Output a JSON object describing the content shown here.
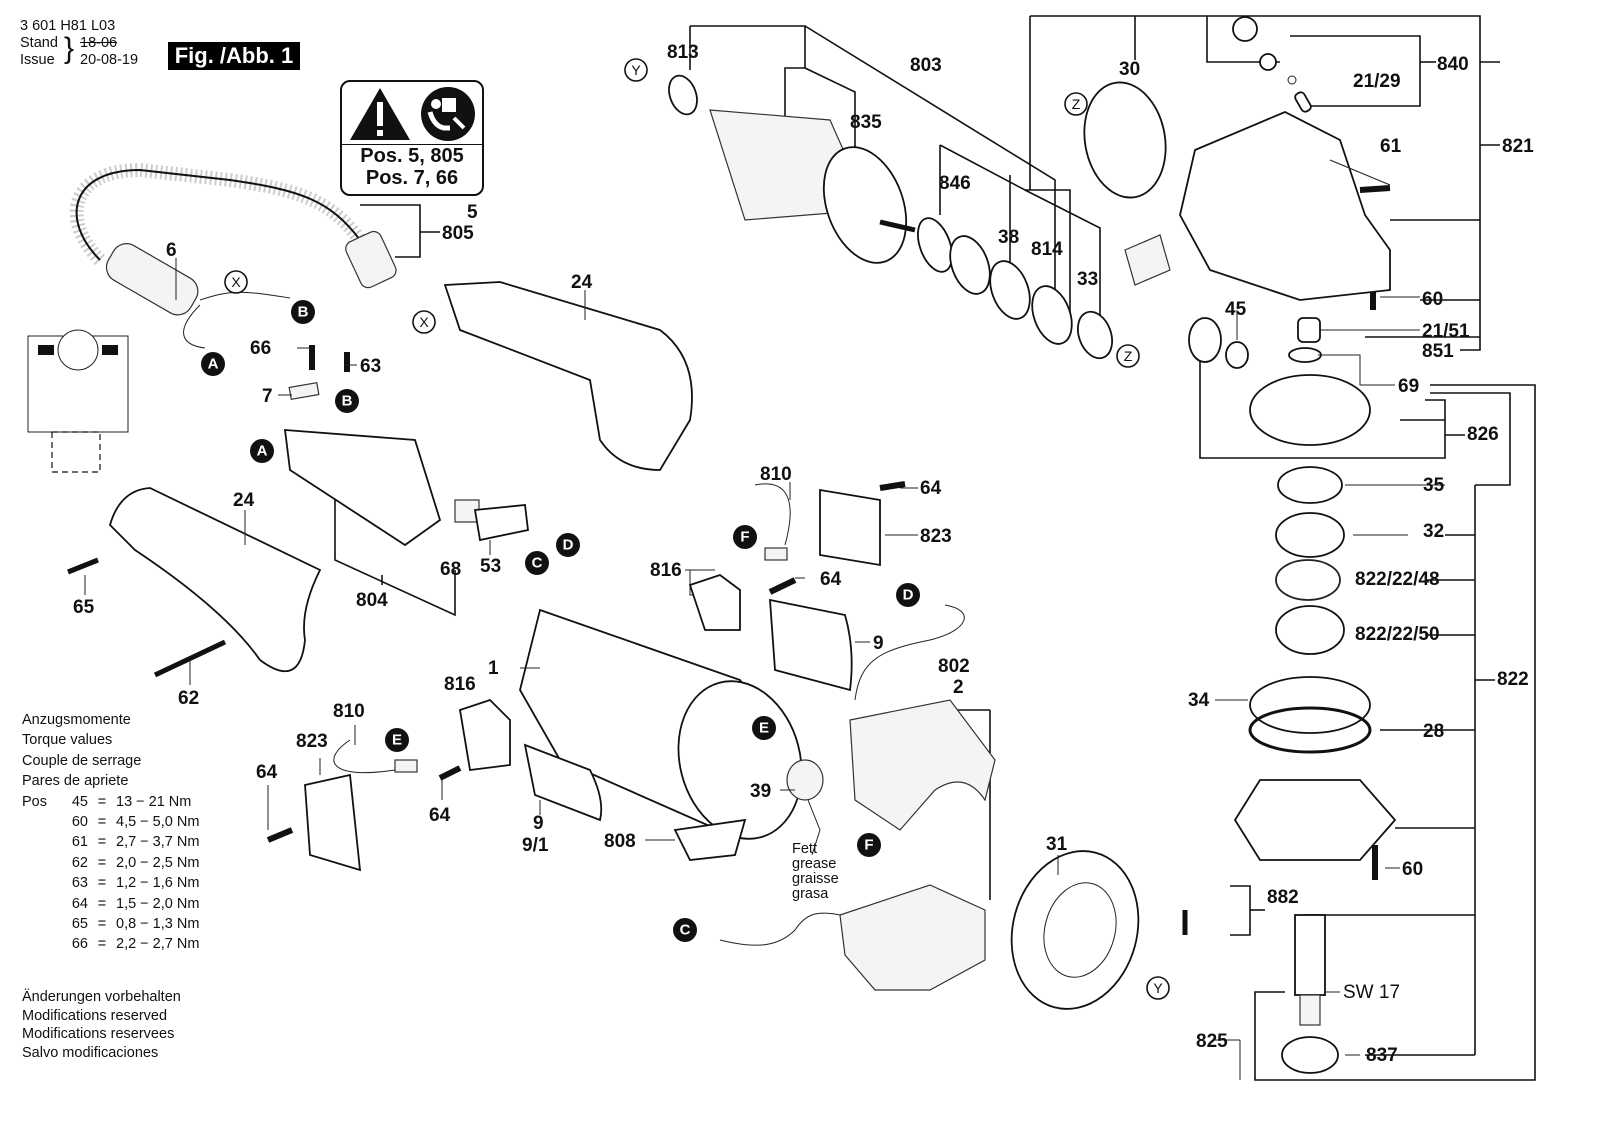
{
  "header": {
    "part_number": "3 601 H81 L03",
    "stand_label": "Stand",
    "issue_label": "Issue",
    "old_date": "18-06",
    "issue_date": "20-08-19",
    "figure_title": "Fig. /Abb. 1"
  },
  "warning_box": {
    "icons": [
      "warning-triangle-icon",
      "read-manual-icon"
    ],
    "line1": "Pos. 5, 805",
    "line2": "Pos. 7, 66"
  },
  "torque_table": {
    "titles": [
      "Anzugsmomente",
      "Torque values",
      "Couple de serrage",
      "Pares de apriete"
    ],
    "pos_label": "Pos",
    "rows": [
      {
        "pos": "45",
        "eq": "=",
        "value": "13  − 21 Nm"
      },
      {
        "pos": "60",
        "eq": "=",
        "value": "4,5 − 5,0 Nm"
      },
      {
        "pos": "61",
        "eq": "=",
        "value": "2,7 − 3,7 Nm"
      },
      {
        "pos": "62",
        "eq": "=",
        "value": "2,0 − 2,5 Nm"
      },
      {
        "pos": "63",
        "eq": "=",
        "value": "1,2 − 1,6 Nm"
      },
      {
        "pos": "64",
        "eq": "=",
        "value": "1,5 − 2,0 Nm"
      },
      {
        "pos": "65",
        "eq": "=",
        "value": "0,8 − 1,3 Nm"
      },
      {
        "pos": "66",
        "eq": "=",
        "value": "2,2 − 2,7 Nm"
      }
    ]
  },
  "notes": [
    "Änderungen vorbehalten",
    "Modifications reserved",
    "Modifications reservees",
    "Salvo modificaciones"
  ],
  "grease_note": [
    "Fett",
    "grease",
    "graisse",
    "grasa"
  ],
  "connectors": {
    "A": "A",
    "B": "B",
    "C": "C",
    "D": "D",
    "E": "E",
    "F": "F"
  },
  "refs": {
    "X": "X",
    "Y": "Y",
    "Z": "Z"
  },
  "part_labels": {
    "p813": "813",
    "p803": "803",
    "p835": "835",
    "p30": "30",
    "p840": "840",
    "p21_29": "21/29",
    "p821": "821",
    "p61": "61",
    "p846": "846",
    "p38": "38",
    "p814": "814",
    "p33": "33",
    "p45": "45",
    "p60a": "60",
    "p21_51": "21/51",
    "p851": "851",
    "p69": "69",
    "p826": "826",
    "p35": "35",
    "p32": "32",
    "p822_22_48": "822/22/48",
    "p822_22_50": "822/22/50",
    "p822": "822",
    "p34": "34",
    "p28": "28",
    "p60b": "60",
    "p882": "882",
    "sw17": "SW 17",
    "p825": "825",
    "p837": "837",
    "p5": "5",
    "p805": "805",
    "p6": "6",
    "p24a": "24",
    "p66": "66",
    "p63": "63",
    "p7": "7",
    "p24b": "24",
    "p65": "65",
    "p62": "62",
    "p804": "804",
    "p68": "68",
    "p53": "53",
    "p810a": "810",
    "p64a": "64",
    "p823a": "823",
    "p816a": "816",
    "p64b": "64",
    "p9a": "9",
    "p802": "802",
    "p2": "2",
    "p1": "1",
    "p816b": "816",
    "p810b": "810",
    "p823b": "823",
    "p64c": "64",
    "p64d": "64",
    "p9b": "9",
    "p9_1": "9/1",
    "p808": "808",
    "p39": "39",
    "p31": "31"
  }
}
